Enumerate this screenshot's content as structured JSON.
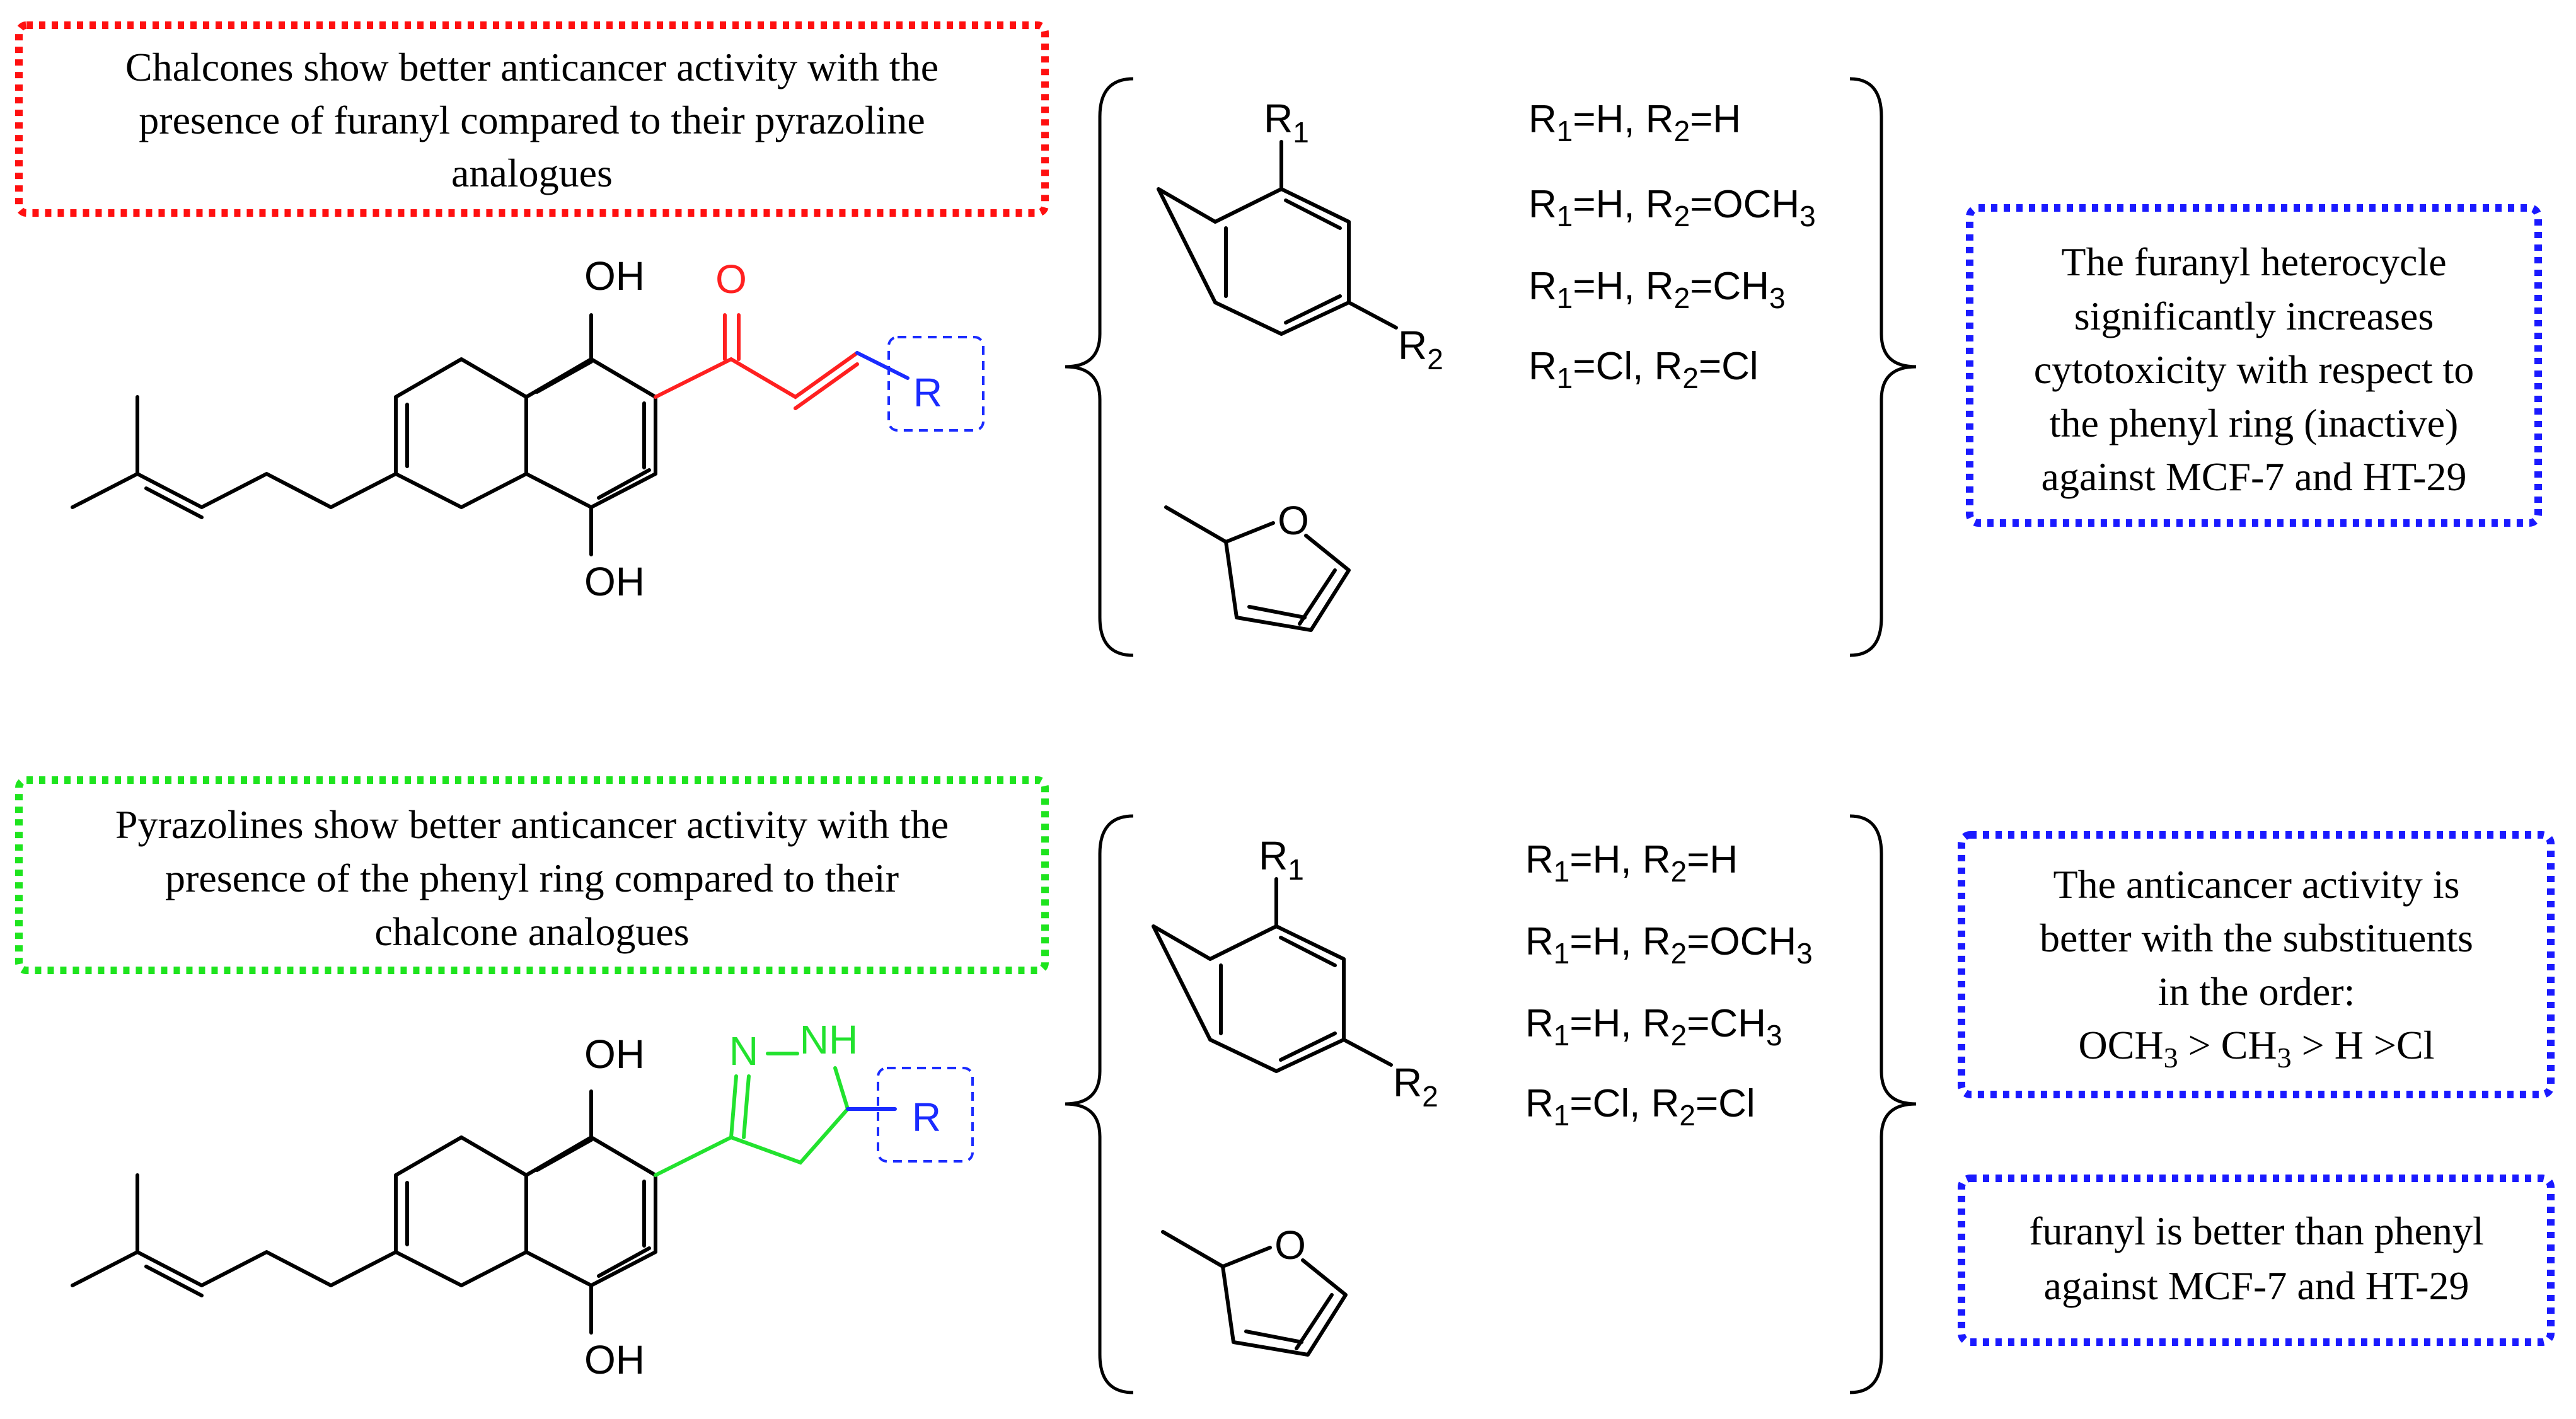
{
  "colors": {
    "red_box": "#ff1010",
    "green_box": "#1ee41e",
    "blue_box": "#1a1aff",
    "red_fragment": "#ff2020",
    "green_fragment": "#22e22e",
    "blue_r": "#1a2bff"
  },
  "top": {
    "note_red": {
      "lines": [
        "Chalcones show better anticancer activity with the",
        "presence of furanyl compared to their pyrazoline",
        "analogues"
      ]
    },
    "labels": {
      "oh_top": "OH",
      "oh_bottom": "OH",
      "carbonyl_o": "O",
      "r_group": "R"
    },
    "substituent": {
      "r1": "R",
      "r1_sub": "1",
      "r2": "R",
      "r2_sub": "2",
      "furan_o": "O"
    },
    "conditions": [
      "R1=H, R2=H",
      "R1=H, R2=OCH3",
      "R1=H, R2=CH3",
      "R1=Cl, R2=Cl"
    ],
    "note_blue": {
      "lines": [
        "The furanyl heterocycle",
        "significantly increases",
        "cytotoxicity with respect to",
        "the phenyl ring (inactive)",
        "against MCF-7 and HT-29"
      ]
    }
  },
  "bottom": {
    "note_green": {
      "lines": [
        "Pyrazolines show better anticancer activity with the",
        "presence of the phenyl ring compared to their",
        "chalcone analogues"
      ]
    },
    "labels": {
      "oh_top": "OH",
      "oh_bottom": "OH",
      "n": "N",
      "nh": "NH",
      "r_group": "R"
    },
    "substituent": {
      "r1": "R",
      "r1_sub": "1",
      "r2": "R",
      "r2_sub": "2",
      "furan_o": "O"
    },
    "conditions": [
      "R1=H, R2=H",
      "R1=H, R2=OCH3",
      "R1=H, R2=CH3",
      "R1=Cl, R2=Cl"
    ],
    "note_blue_1": {
      "lines": [
        "The anticancer activity is",
        "better with the substituents",
        "in the order:",
        "OCH3 > CH3 > H >Cl"
      ]
    },
    "note_blue_2": {
      "lines": [
        "furanyl is better than phenyl",
        "against MCF-7 and HT-29"
      ]
    }
  }
}
